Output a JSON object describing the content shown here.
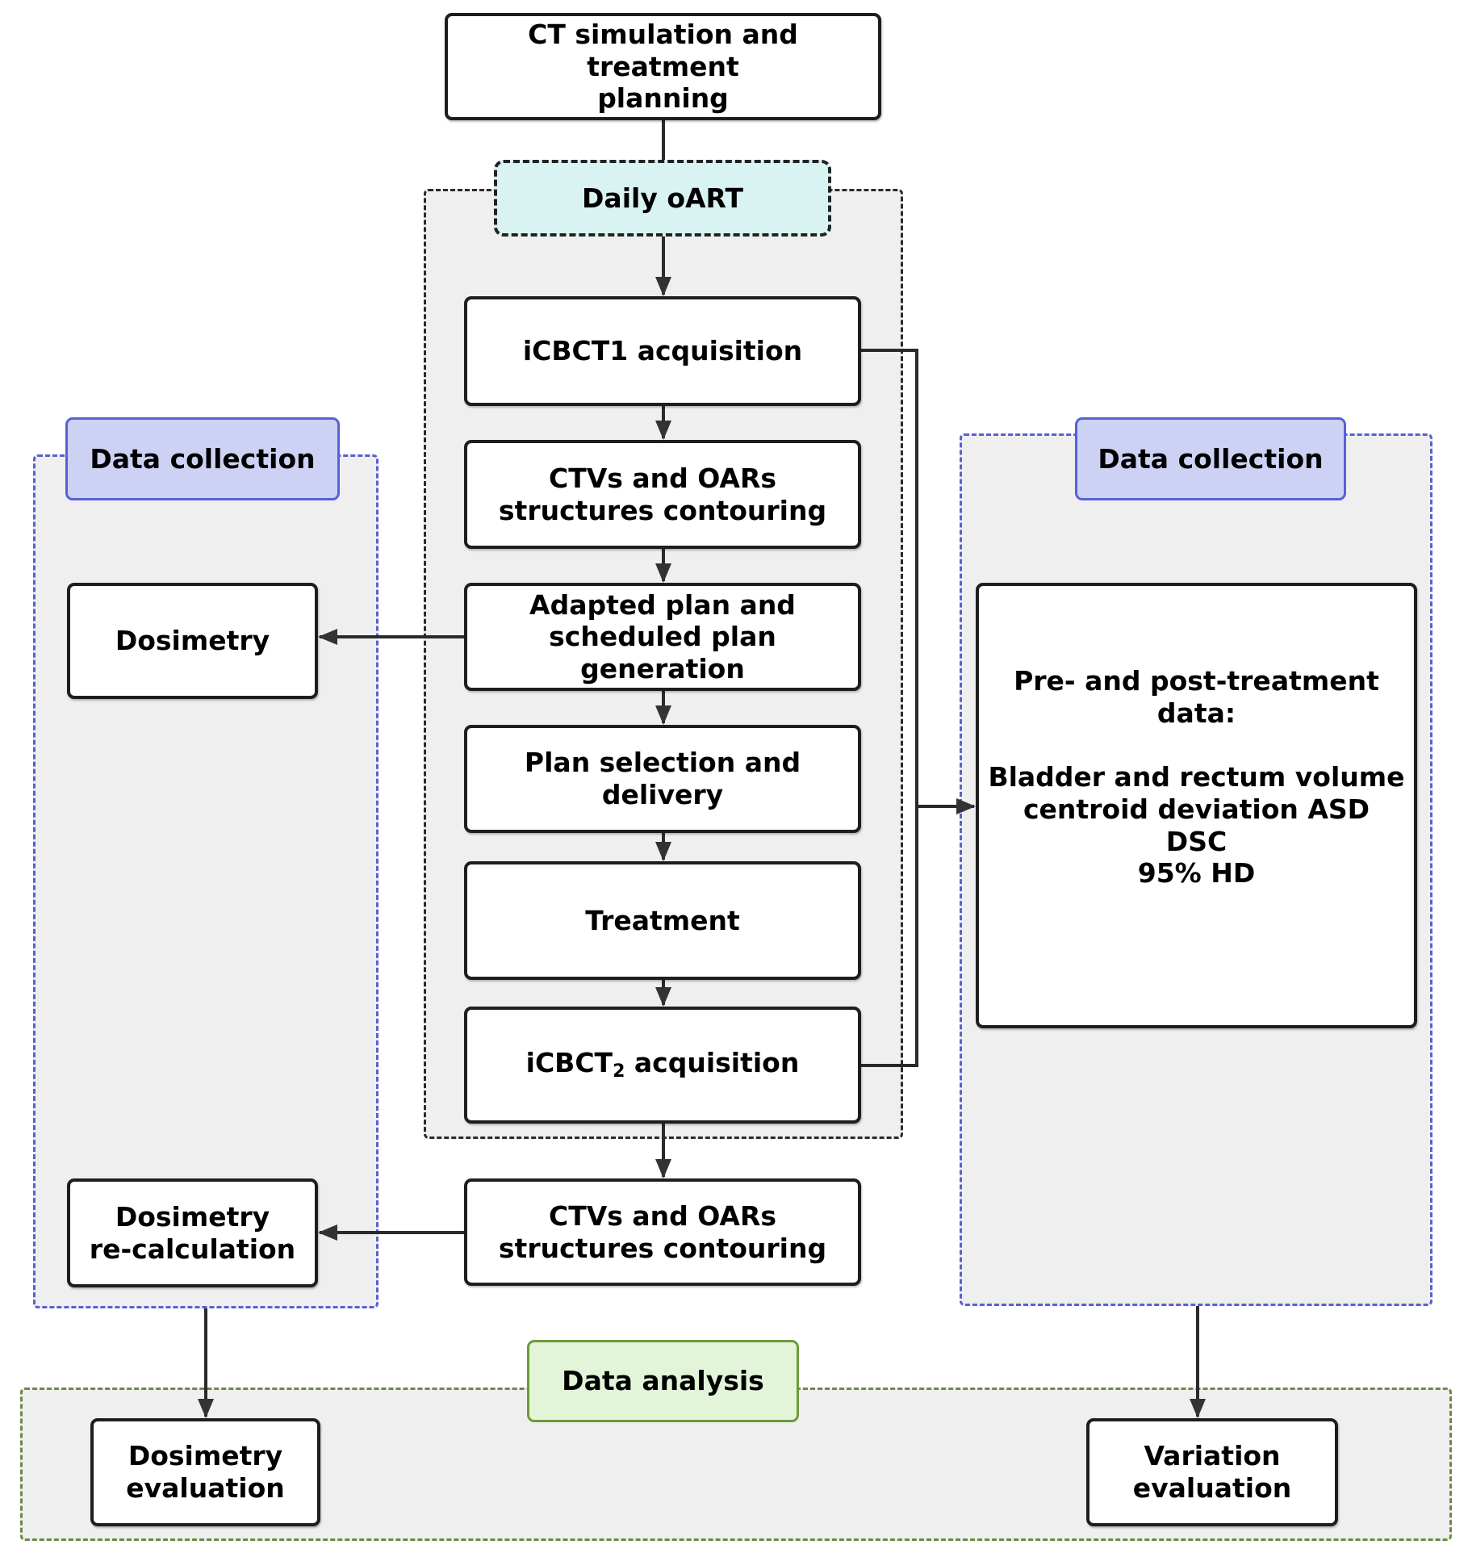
{
  "diagram": {
    "top_box": {
      "line1": "CT simulation and treatment",
      "line2": "planning"
    },
    "daily_oart": {
      "label": "Daily oART"
    },
    "center_steps": [
      {
        "line1": "iCBCT1 acquisition"
      },
      {
        "line1": "CTVs and OARs",
        "line2": "structures contouring"
      },
      {
        "line1": "Adapted plan and",
        "line2": "scheduled plan generation"
      },
      {
        "line1": "Plan selection and",
        "line2": "delivery"
      },
      {
        "line1": "Treatment"
      },
      {
        "prefix": "iCBCT",
        "subscript": "2",
        "suffix": " acquisition"
      }
    ],
    "post_step": {
      "line1": "CTVs and OARs",
      "line2": "structures contouring"
    },
    "left_panel": {
      "label": "Data collection",
      "dosimetry": "Dosimetry",
      "recalc": {
        "line1": "Dosimetry",
        "line2": "re-calculation"
      }
    },
    "right_panel": {
      "label": "Data collection",
      "heading": "Pre- and post-treatment data:",
      "metrics": [
        "Bladder and rectum volume",
        "centroid deviation ASD",
        "DSC",
        "95% HD"
      ]
    },
    "analysis_panel": {
      "label": "Data analysis",
      "dosimetry_eval": {
        "line1": "Dosimetry",
        "line2": "evaluation"
      },
      "variation_eval": {
        "line1": "Variation",
        "line2": "evaluation"
      }
    }
  },
  "colors": {
    "blue_label": "#cdd2f5",
    "blue_border": "#5661d6",
    "cyan_label": "#d9f3f3",
    "green_label": "#e2f5d8",
    "green_border": "#6e9a3c",
    "frame_fill": "#efefef",
    "line": "#1e1e1e"
  }
}
